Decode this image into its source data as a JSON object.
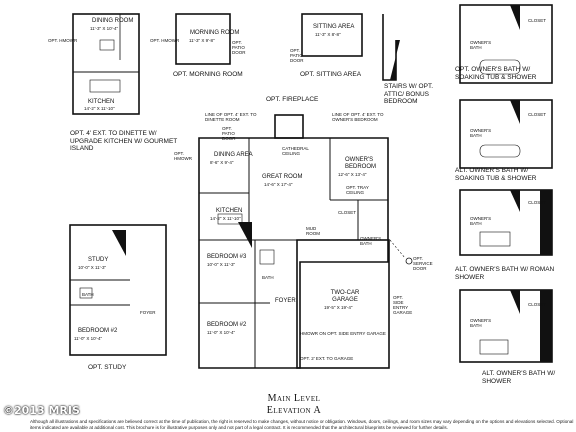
{
  "watermark": "©2013 MRIS",
  "title": {
    "line1": "Main Level",
    "line2": "Elevation A"
  },
  "disclaimer": "Although all illustrations and specifications are believed correct at the time of publication, the right is reserved to make changes, without notice or obligation. Windows, doors, ceilings, and room sizes may vary depending on the options and elevations selected. Optional items indicated are available at additional cost. This brochure is for illustrative purposes only and not part of a legal contract. It is recommended that the architectural blueprints be reviewed for further details.",
  "insets": {
    "dinette": {
      "dining": "Dining Room",
      "dining_dim": "11'-3\" x 10'-4\"",
      "kitchen": "Kitchen",
      "kitchen_dim": "14'-2\" x 11'-10\"",
      "hmowr": "Opt. HMOWR",
      "caption": "Opt. 4' Ext. to Dinette w/ Upgrade Kitchen w/ Gourmet Island"
    },
    "morning": {
      "room": "Morning Room",
      "dim": "11'-3\" x 9'-8\"",
      "door": "Opt. Patio Door",
      "hmowr": "Opt. HMOWR",
      "caption": "Opt. Morning Room"
    },
    "sitting": {
      "room": "Sitting Area",
      "dim": "11'-3\" x 8'-8\"",
      "door": "Opt. Patio Door",
      "caption": "Opt. Sitting Area"
    },
    "stairs": {
      "caption": "Stairs w/ Opt. Attic/ Bonus Bedroom"
    },
    "study": {
      "study": "Study",
      "study_dim": "10'-0\" x 11'-3\"",
      "bath": "Bath",
      "foyer": "Foyer",
      "bedroom": "Bedroom #2",
      "bedroom_dim": "11'-0\" x 10'-4\"",
      "caption": "Opt. Study"
    },
    "baths": [
      {
        "caption": "Opt. Owner's Bath w/ Soaking Tub & Shower",
        "closet": "Closet",
        "bath": "Owner's Bath"
      },
      {
        "caption": "Alt. Owner's Bath w/ Soaking Tub & Shower",
        "closet": "Closet",
        "bath": "Owner's Bath"
      },
      {
        "caption": "Alt. Owner's Bath w/ Roman Shower",
        "closet": "Closet",
        "bath": "Owner's Bath"
      },
      {
        "caption": "Alt. Owner's Bath w/ Shower",
        "closet": "Closet",
        "bath": "Owner's Bath"
      }
    ]
  },
  "main": {
    "fireplace": "Opt. Fireplace",
    "line_ext_dinette": "Line of Opt. 4' Ext. to Dinette Room",
    "line_ext_bedroom": "Line of Opt. 4' Ext. to Owner's Bedroom",
    "patio_door": "Opt. Patio Door",
    "hmowr": "Opt. HMOWR",
    "dining": "Dining Area",
    "dining_dim": "8'-6\" x 9'-4\"",
    "great": "Great Room",
    "great_dim": "14'-6\" x 17'-4\"",
    "ceiling": "Cathedral Ceiling",
    "kitchen": "Kitchen",
    "kitchen_dim": "14'-2\" x 11'-10\"",
    "owner": "Owner's Bedroom",
    "owner_dim": "12'-6\" x 13'-4\"",
    "tray": "Opt. Tray Ceiling",
    "closet": "Closet",
    "mud": "Mud Room",
    "owners_bath": "Owner's Bath",
    "bed3": "Bedroom #3",
    "bed3_dim": "10'-0\" x 11'-3\"",
    "bed2": "Bedroom #2",
    "bed2_dim": "11'-0\" x 10'-4\"",
    "bath": "Bath",
    "foyer": "Foyer",
    "garage": "Two-Car Garage",
    "garage_dim": "19'-5\" x 19'-4\"",
    "service_door": "Opt. Service Door",
    "side_entry": "Opt. Side Entry Garage",
    "garage_ext": "Opt. 2' Ext. to Garage",
    "hmowr_side": "HMOWR on Opt. Side Entry Garage"
  }
}
